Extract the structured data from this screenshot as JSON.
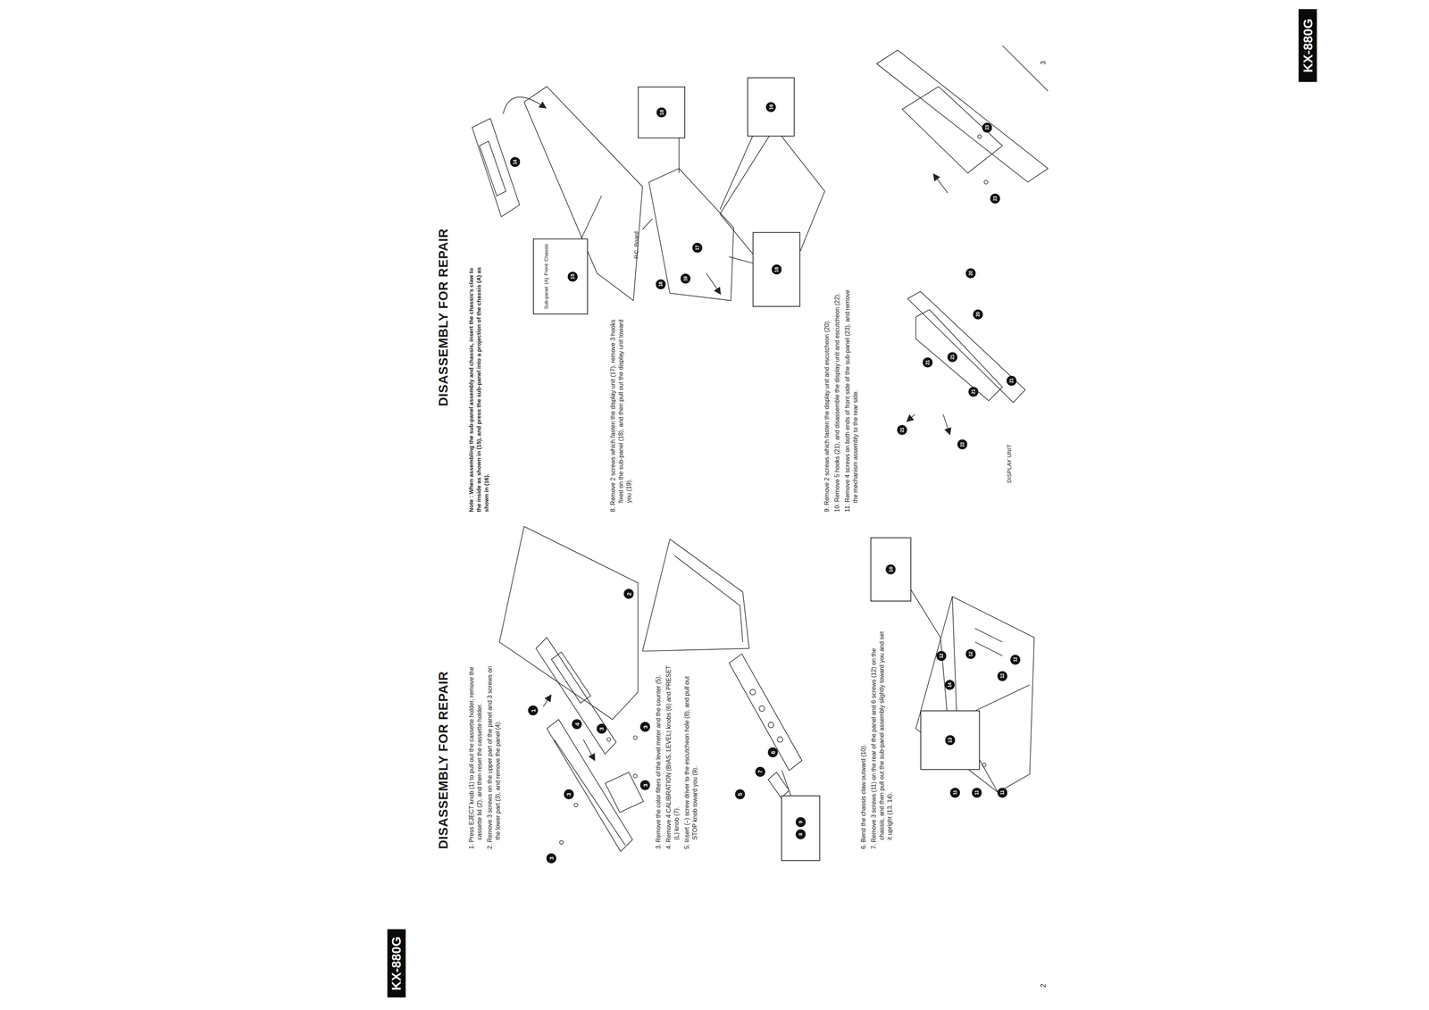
{
  "diagram": {
    "nodes": [
      {
        "text": [
          "KX-880G"
        ]
      },
      {
        "text": [
          "KX-880G"
        ]
      },
      {
        "text": [
          "8",
          "9"
        ]
      },
      {
        "text": [
          "10"
        ]
      },
      {
        "text": [
          "13"
        ]
      },
      {
        "text": [
          "Sub-panel",
          "(A)",
          "Front",
          "Chassis",
          "15"
        ]
      },
      {
        "text": [
          "18"
        ]
      },
      {
        "text": [
          "16"
        ]
      },
      {
        "text": [
          "16"
        ]
      }
    ],
    "labels": [
      "DISASSEMBLY FOR REPAIR",
      "1. Press EJECT knob (1) to pull out the cassette holder, remove the cassette lid (2), and then reset the cassette holder.",
      "2. Remove 3 screws on the upper part of the panel and 3 screws on the lower part (3), and remove the panel (4).",
      "3. Remove the color filters of the level meter and the counter (5).",
      "4. Remove 4 CALIBRATION (BIAS, LEVEL) knobs (6) and PRESET (L) knob (7).",
      "5. Insert (–) screw driver to the escutcheon hole (8), and pull out STOP knob toward you (9).",
      "6. Bend the chassis claw outward (10).",
      "7. Remove 3 screws (11) on the rear of the panel and 6 screws (12) on the chassis, and then pull out the sub-panel assembly slightly toward you and set it upright (13, 14).",
      "2",
      "DISASSEMBLY FOR REPAIR",
      "Note : When assembling the sub-panel assembly and chassis, insert the chassis's claw to the inside as shown in (15), and press the sub-panel into a projection of the chassis (A) as shown in (16).",
      "8. Remove 2 screws which fasten the display unit (17), remove 3 hooks fixed on the sub-panel (18), and then pull out the display unit toward you (19).",
      "9. Remove 2 screws which fasten the display unit and escutcheon (20).",
      "10. Remove 5 hooks (21), and disassemble the display unit and escutcheon (22).",
      "11. Remove 4 screws on both ends of front side of the sub-panel (23), and remove the mechanism assembly to the rear side.",
      "P.C. Board",
      "DISPLAY UNIT",
      "3",
      "1",
      "2",
      "3",
      "3",
      "3",
      "3",
      "3",
      "4",
      "5",
      "6",
      "7",
      "11",
      "11",
      "11",
      "12",
      "12",
      "12",
      "12",
      "14",
      "14",
      "17",
      "18",
      "19",
      "20",
      "20",
      "21",
      "21",
      "21",
      "21",
      "21",
      "22",
      "23",
      "23"
    ]
  }
}
